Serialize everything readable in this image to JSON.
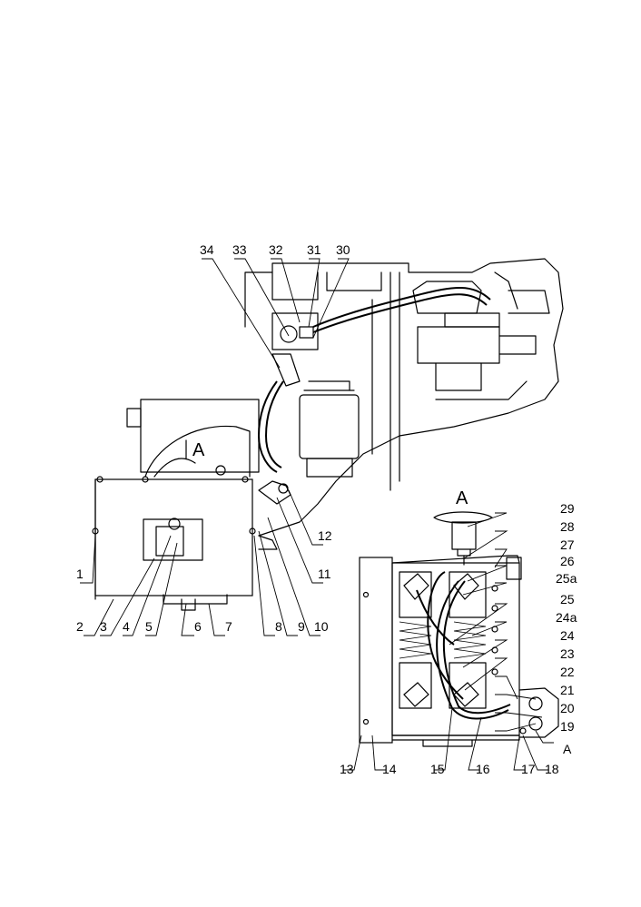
{
  "main_view": {
    "callouts": [
      "1",
      "2",
      "3",
      "4",
      "5",
      "6",
      "7",
      "8",
      "9",
      "10",
      "11",
      "12",
      "30",
      "31",
      "32",
      "33",
      "34"
    ],
    "section_marker": "A"
  },
  "detail_view": {
    "title": "A",
    "callouts": [
      "13",
      "14",
      "15",
      "16",
      "17",
      "18",
      "19",
      "20",
      "21",
      "22",
      "23",
      "24",
      "24a",
      "25",
      "25a",
      "26",
      "27",
      "28",
      "29"
    ],
    "section_marker": "A"
  }
}
